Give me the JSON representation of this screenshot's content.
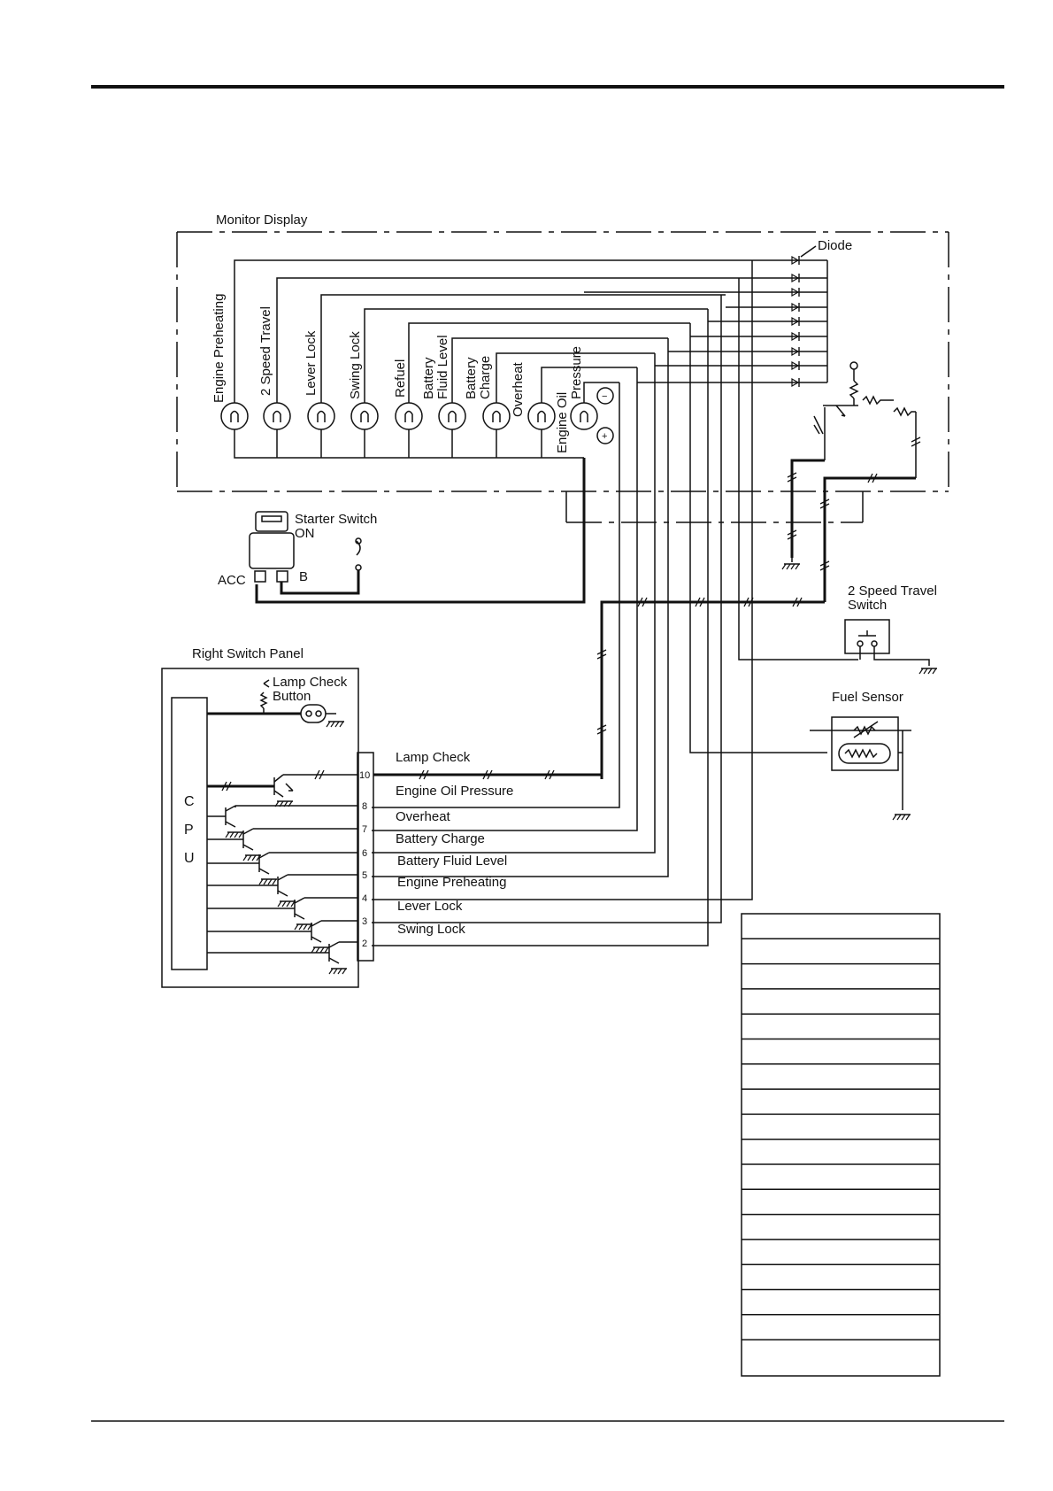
{
  "monitor_display": {
    "title": "Monitor Display",
    "lamps": [
      {
        "label": "Engine Preheating"
      },
      {
        "label": "2 Speed Travel"
      },
      {
        "label": "Lever Lock"
      },
      {
        "label": "Swing Lock"
      },
      {
        "label": "Refuel"
      },
      {
        "label": "Battery",
        "label2": "Fluid Level"
      },
      {
        "label": "Battery",
        "label2": "Charge"
      },
      {
        "label": "Overheat"
      },
      {
        "label": "Engine Oil",
        "label2": "Pressure"
      }
    ],
    "diode_label": "Diode",
    "minus_symbol": "−",
    "plus_symbol": "+"
  },
  "starter_switch": {
    "label": "Starter Switch",
    "state": "ON",
    "acc": "ACC",
    "b": "B"
  },
  "travel_switch": {
    "line1": "2 Speed Travel",
    "line2": "Switch"
  },
  "fuel_sensor": {
    "label": "Fuel Sensor"
  },
  "right_switch_panel": {
    "title": "Right Switch Panel",
    "lamp_check_line1": "Lamp Check",
    "lamp_check_line2": "Button",
    "cpu_letters": [
      "C",
      "P",
      "U"
    ],
    "pins": [
      {
        "num": "10",
        "signal": "Lamp Check"
      },
      {
        "num": "8",
        "signal": "Engine Oil Pressure"
      },
      {
        "num": "7",
        "signal": "Overheat"
      },
      {
        "num": "6",
        "signal": "Battery Charge"
      },
      {
        "num": "5",
        "signal": "Battery Fluid Level"
      },
      {
        "num": "4",
        "signal": "Engine Preheating"
      },
      {
        "num": "3",
        "signal": "Lever Lock"
      },
      {
        "num": "2",
        "signal": "Swing Lock"
      }
    ]
  }
}
